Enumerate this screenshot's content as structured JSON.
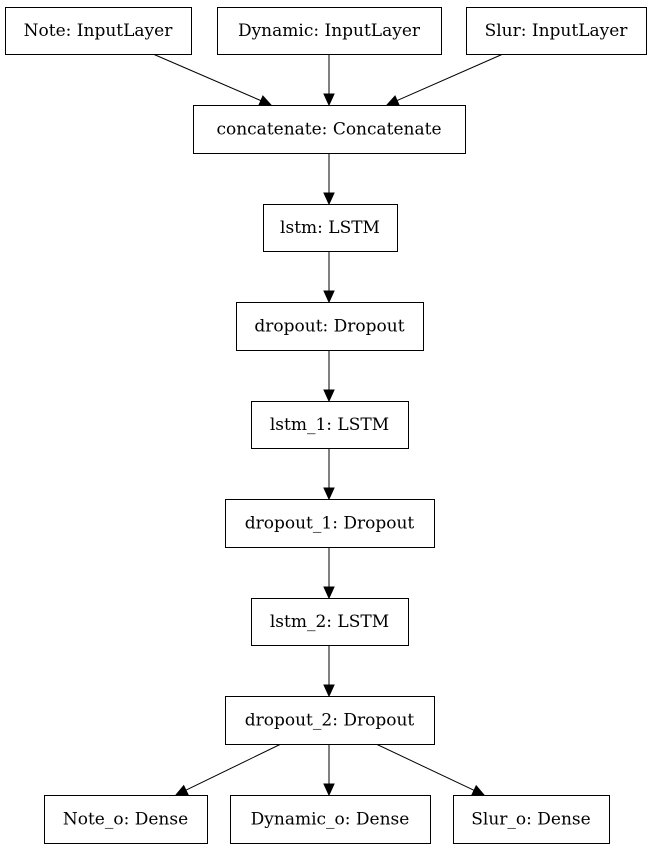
{
  "diagram": {
    "nodes": [
      {
        "id": "note_input",
        "label": "Note: InputLayer"
      },
      {
        "id": "dynamic_input",
        "label": "Dynamic: InputLayer"
      },
      {
        "id": "slur_input",
        "label": "Slur: InputLayer"
      },
      {
        "id": "concatenate",
        "label": "concatenate: Concatenate"
      },
      {
        "id": "lstm",
        "label": "lstm: LSTM"
      },
      {
        "id": "dropout",
        "label": "dropout: Dropout"
      },
      {
        "id": "lstm_1",
        "label": "lstm_1: LSTM"
      },
      {
        "id": "dropout_1",
        "label": "dropout_1: Dropout"
      },
      {
        "id": "lstm_2",
        "label": "lstm_2: LSTM"
      },
      {
        "id": "dropout_2",
        "label": "dropout_2: Dropout"
      },
      {
        "id": "note_output",
        "label": "Note_o: Dense"
      },
      {
        "id": "dynamic_output",
        "label": "Dynamic_o: Dense"
      },
      {
        "id": "slur_output",
        "label": "Slur_o: Dense"
      }
    ],
    "edges": [
      {
        "from": "note_input",
        "to": "concatenate"
      },
      {
        "from": "dynamic_input",
        "to": "concatenate"
      },
      {
        "from": "slur_input",
        "to": "concatenate"
      },
      {
        "from": "concatenate",
        "to": "lstm"
      },
      {
        "from": "lstm",
        "to": "dropout"
      },
      {
        "from": "dropout",
        "to": "lstm_1"
      },
      {
        "from": "lstm_1",
        "to": "dropout_1"
      },
      {
        "from": "dropout_1",
        "to": "lstm_2"
      },
      {
        "from": "lstm_2",
        "to": "dropout_2"
      },
      {
        "from": "dropout_2",
        "to": "note_output"
      },
      {
        "from": "dropout_2",
        "to": "dynamic_output"
      },
      {
        "from": "dropout_2",
        "to": "slur_output"
      }
    ]
  }
}
